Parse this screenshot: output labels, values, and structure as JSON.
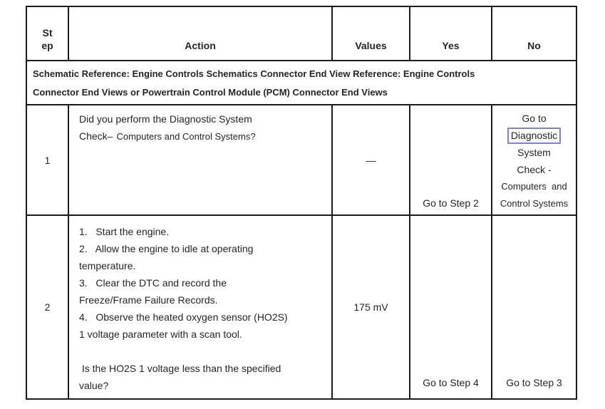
{
  "colors": {
    "border": "#1b1b1b",
    "text": "#262626",
    "link_focus_box_blue": "#7d7df2",
    "background": "#ffffff"
  },
  "table": {
    "headers": {
      "step": "St\nep",
      "action": "Action",
      "values": "Values",
      "yes": "Yes",
      "no": "No"
    },
    "schematic_note": {
      "line1": "Schematic Reference: Engine Controls Schematics Connector End View Reference: Engine Controls",
      "line2": "Connector End Views or Powertrain Control Module (PCM) Connector End Views"
    },
    "rows": [
      {
        "step": "1",
        "action_line1": "Did you perform the Diagnostic System",
        "action_line2_prefix": "Check–",
        "action_line2_link": "Computers and Control Systems?",
        "values": "—",
        "yes": "Go to Step 2",
        "no": {
          "line1": "Go to",
          "boxed_link": "Diagnostic",
          "line3": "System",
          "line4": "Check -",
          "alt_lines": [
            "Computers  and",
            "Control Systems"
          ]
        }
      },
      {
        "step": "2",
        "action_lines": [
          "1.   Start the engine.",
          "2.   Allow the engine to idle at operating",
          "temperature.",
          "3.   Clear the DTC and record the",
          "Freeze/Frame Failure Records.",
          "4.   Observe the heated oxygen sensor (HO2S)",
          "1 voltage parameter with a scan tool.",
          "",
          " Is the HO2S 1 voltage less than the specified",
          "value?"
        ],
        "values": "175 mV",
        "yes": "Go to Step 4",
        "no": "Go to Step 3"
      }
    ]
  }
}
